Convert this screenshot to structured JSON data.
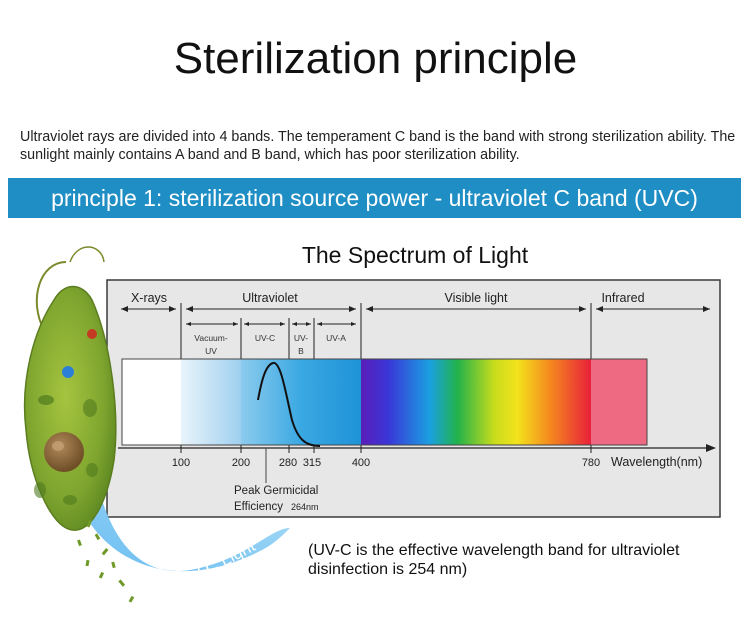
{
  "title": "Sterilization principle",
  "intro": "Ultraviolet rays are divided into 4 bands. The temperament C band is the band with strong sterilization ability. The  sunlight mainly contains A band and B band, which has poor sterilization ability.",
  "banner": "principle 1: sterilization source power - ultraviolet C band (UVC)",
  "spectrum": {
    "title": "The Spectrum of Light",
    "bands": {
      "xrays": "X-rays",
      "ultraviolet": "Ultraviolet",
      "visible": "Visible light",
      "infrared": "Infrared",
      "vacuum_uv_1": "Vacuum-",
      "vacuum_uv_2": "UV",
      "uvc": "UV-C",
      "uvb_1": "UV-",
      "uvb_2": "B",
      "uva": "UV-A"
    },
    "ticks": [
      "100",
      "200",
      "280",
      "315",
      "400",
      "780"
    ],
    "axis_label": "Wavelength(nm)",
    "peak_label_1": "Peak Germicidal",
    "peak_label_2": "Efficiency",
    "peak_value": "264nm"
  },
  "uv_light_label": "UV-C Light",
  "note": "(UV-C is the effective wavelength band for ultraviolet disinfection is 254 nm)",
  "colors": {
    "banner": "#1f8ec4",
    "chart_bg": "#e7e7e7",
    "uv_blue": "#2f9fdc",
    "infrared": "#ee6a83"
  }
}
